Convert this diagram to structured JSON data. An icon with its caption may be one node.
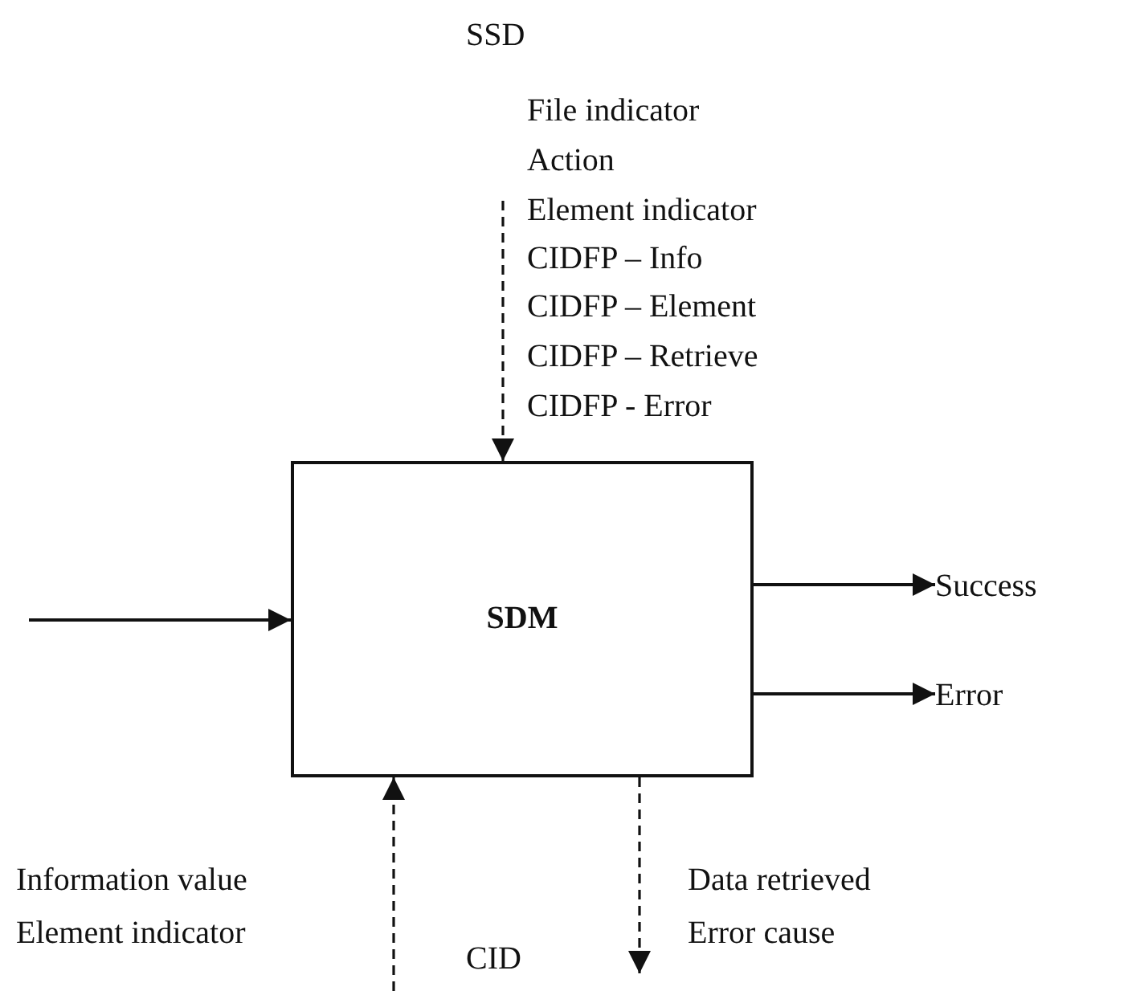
{
  "diagram": {
    "nodes": [
      {
        "text": [
          "SDM"
        ]
      },
      {
        "text": [
          "Success"
        ]
      },
      {
        "text": [
          "Error"
        ]
      }
    ],
    "edges": [
      {
        "from": null,
        "to": 0,
        "arrow": "to"
      },
      {
        "from": 0,
        "to": 1,
        "arrow": "to"
      },
      {
        "from": 0,
        "to": 2,
        "arrow": "to"
      },
      {
        "from": null,
        "to": 0,
        "arrow": "to",
        "style": "dashed"
      },
      {
        "from": null,
        "to": 0,
        "arrow": "to",
        "style": "dashed"
      },
      {
        "from": 0,
        "to": null,
        "arrow": "to",
        "style": "dashed"
      }
    ],
    "labels": [
      "SSD",
      "File indicator",
      "Action",
      "Element indicator",
      "CIDFP – Info",
      "CIDFP – Element",
      "CIDFP – Retrieve",
      "CIDFP - Error",
      "Information value",
      "Element indicator",
      "CID",
      "Data retrieved",
      "Error cause"
    ]
  }
}
